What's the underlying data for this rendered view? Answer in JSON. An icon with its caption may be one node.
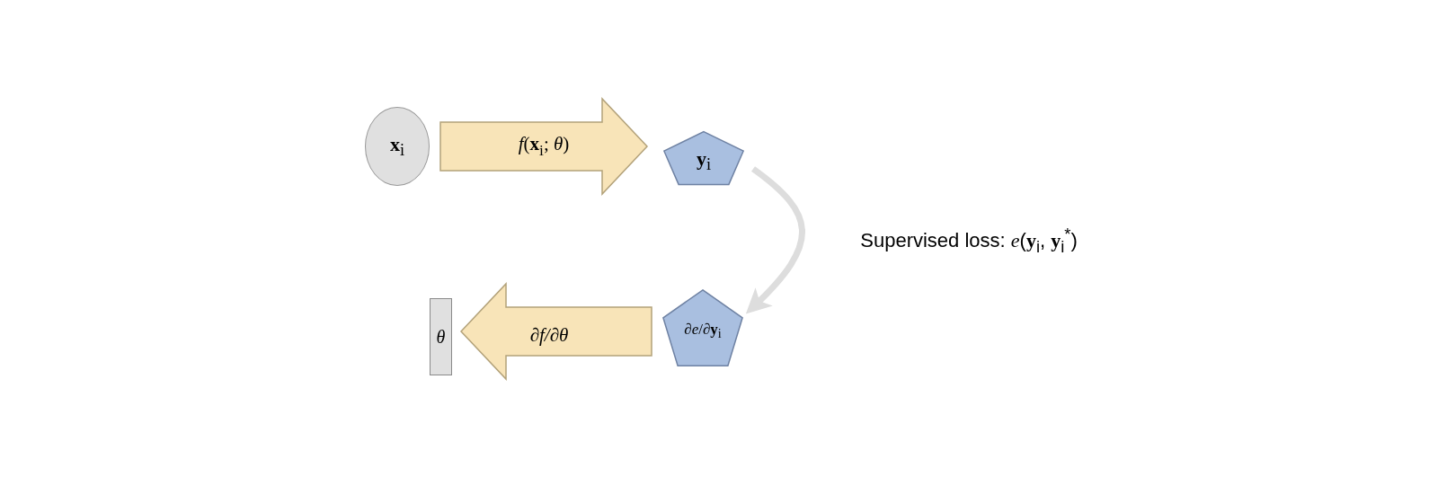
{
  "diagram": {
    "nodes": [
      {
        "text": [
          "**x**$_{i}$"
        ]
      },
      {
        "text": [
          "**y**$_{i}$"
        ]
      },
      {
        "text": [
          "∂*e*/∂**y**$_{i}$"
        ]
      },
      {
        "text": [
          "θ"
        ]
      }
    ],
    "edges": [
      {
        "from": 0,
        "to": 1,
        "arrow": "to",
        "label": "*f*(**x**$_{i}$; *θ*)"
      },
      {
        "from": 1,
        "to": 2,
        "arrow": "to",
        "label": "Supervised loss:  *e*(**y**$_{i}$, **y**$_{i}$$^{*}$)",
        "color": "#dddddd"
      },
      {
        "from": 2,
        "to": 3,
        "arrow": "to",
        "label": "∂f/∂θ"
      }
    ]
  }
}
